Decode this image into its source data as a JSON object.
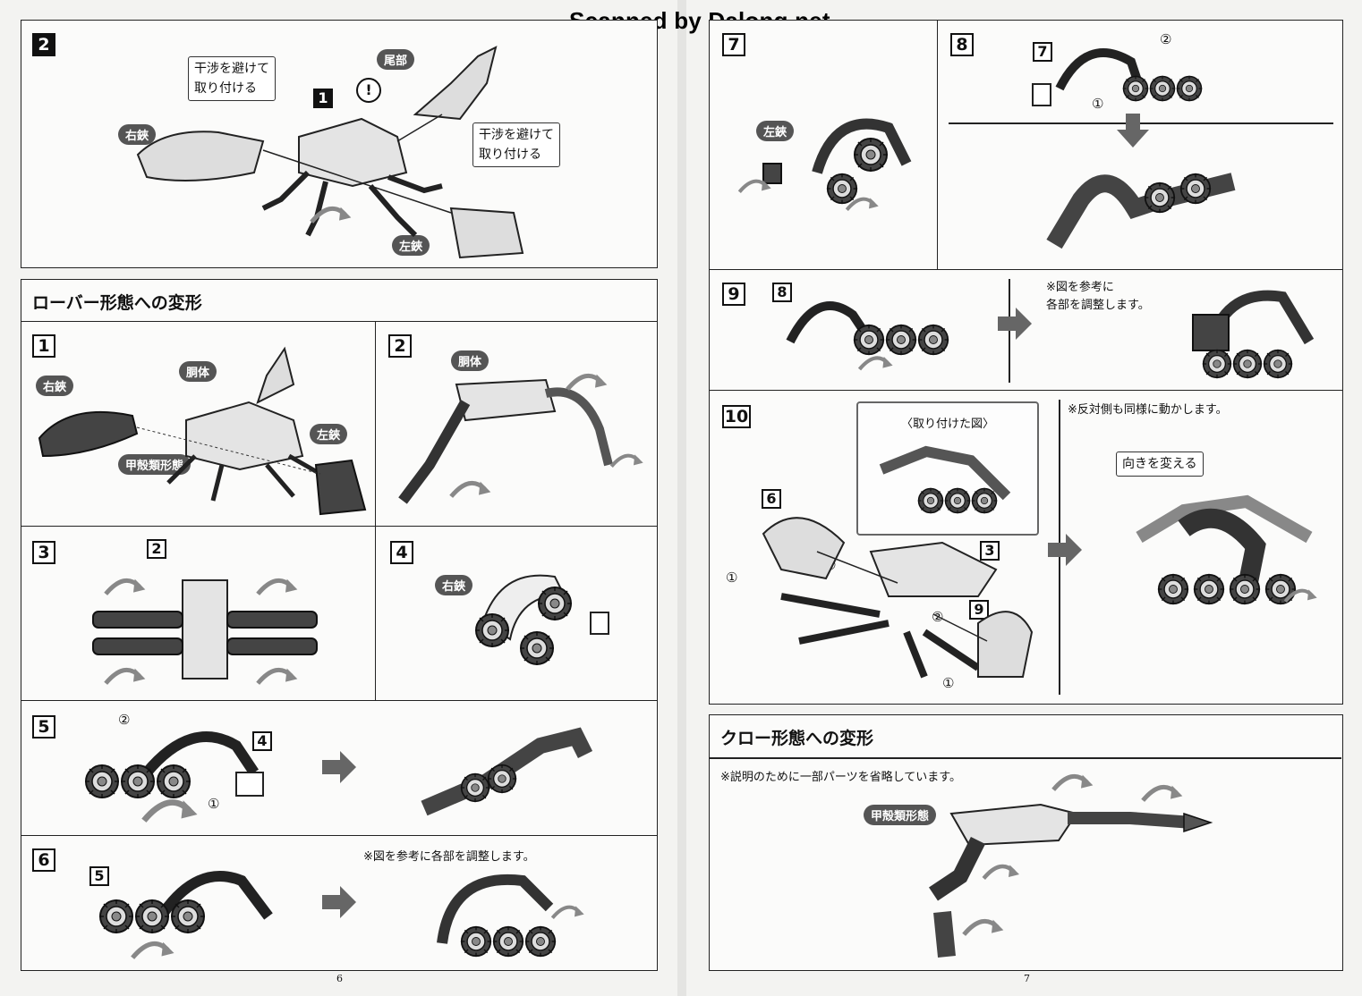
{
  "watermark": "Scanned by Dalong.net",
  "left_page": {
    "page_number": "6",
    "step2": {
      "number": "2",
      "callout_a": "干涉を避けて\n取り付ける",
      "callout_b": "干涉を避けて\n取り付ける",
      "label_tail": "尾部",
      "label_right_claw": "右鋏",
      "label_left_claw": "左鋏",
      "sub_number": "1",
      "warning": "!"
    },
    "rover_section": {
      "title": "ローバー形態への変形",
      "steps": [
        {
          "number": "1",
          "labels": [
            "右鋏",
            "胴体",
            "左鋏",
            "甲殻類形態"
          ]
        },
        {
          "number": "2",
          "labels": [
            "胴体"
          ]
        },
        {
          "number": "3",
          "ref": "2"
        },
        {
          "number": "4",
          "labels": [
            "右鋏"
          ]
        },
        {
          "number": "5",
          "ref": "4",
          "marks": [
            "②",
            "①"
          ]
        },
        {
          "number": "6",
          "ref": "5",
          "note": "※図を参考に各部を調整します。"
        }
      ]
    }
  },
  "right_page": {
    "page_number": "7",
    "steps": [
      {
        "number": "7",
        "labels": [
          "左鋏"
        ]
      },
      {
        "number": "8",
        "ref": "7",
        "marks": [
          "②",
          "①"
        ]
      },
      {
        "number": "9",
        "ref": "8",
        "note": "※図を参考に\n各部を調整します。"
      },
      {
        "number": "10",
        "inset_title": "〈取り付けた図〉",
        "refs": [
          "6",
          "3",
          "9"
        ],
        "marks": [
          "①",
          "②",
          "②",
          "①"
        ],
        "note": "※反対側も同様に動かします。",
        "callout": "向きを変える"
      }
    ],
    "claw_section": {
      "title": "クロー形態への変形",
      "note": "※説明のために一部パーツを省略しています。",
      "label": "甲殻類形態"
    }
  }
}
